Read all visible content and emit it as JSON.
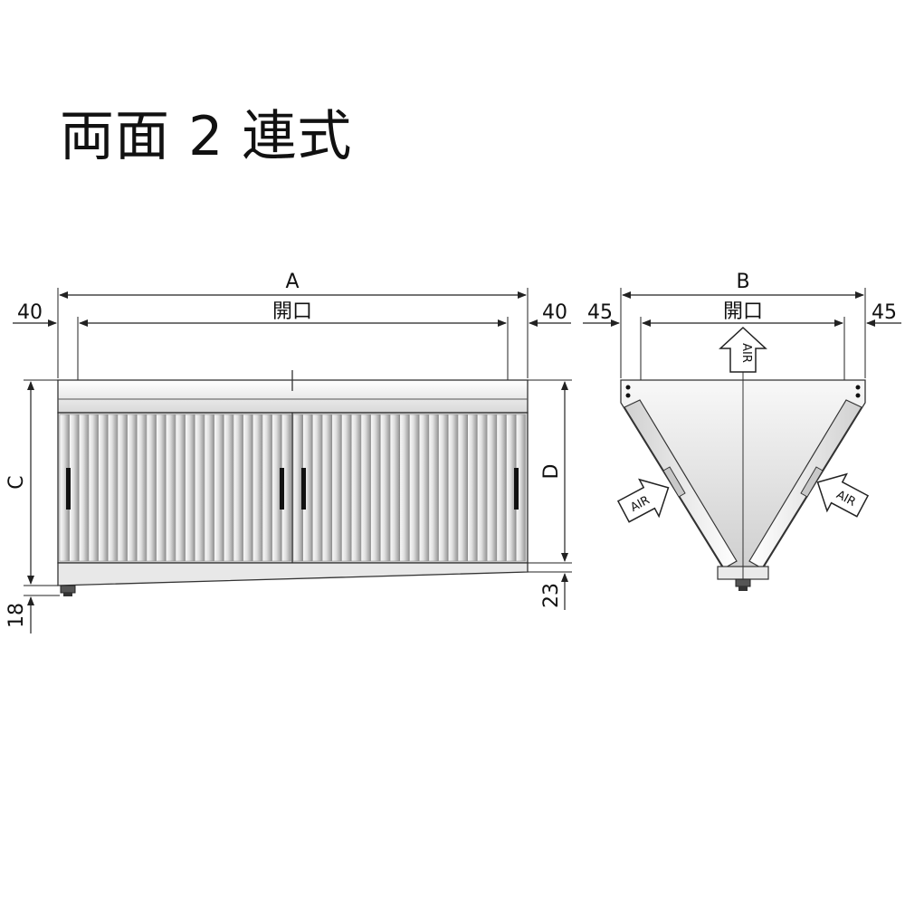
{
  "title": "両面 2 連式",
  "front": {
    "width_label": "A",
    "opening_label": "開口",
    "left_margin": "40",
    "right_margin": "40",
    "height_label_c": "C",
    "height_label_d": "D",
    "bottom_left": "18",
    "bottom_right": "23"
  },
  "side": {
    "width_label": "B",
    "opening_label": "開口",
    "left_margin": "45",
    "right_margin": "45",
    "air_top": "AIR",
    "air_left": "AIR",
    "air_right": "AIR"
  },
  "colors": {
    "line": "#222222",
    "panel_light": "#f2f2f2",
    "panel_dark": "#b5b5b5",
    "handle": "#111111"
  }
}
